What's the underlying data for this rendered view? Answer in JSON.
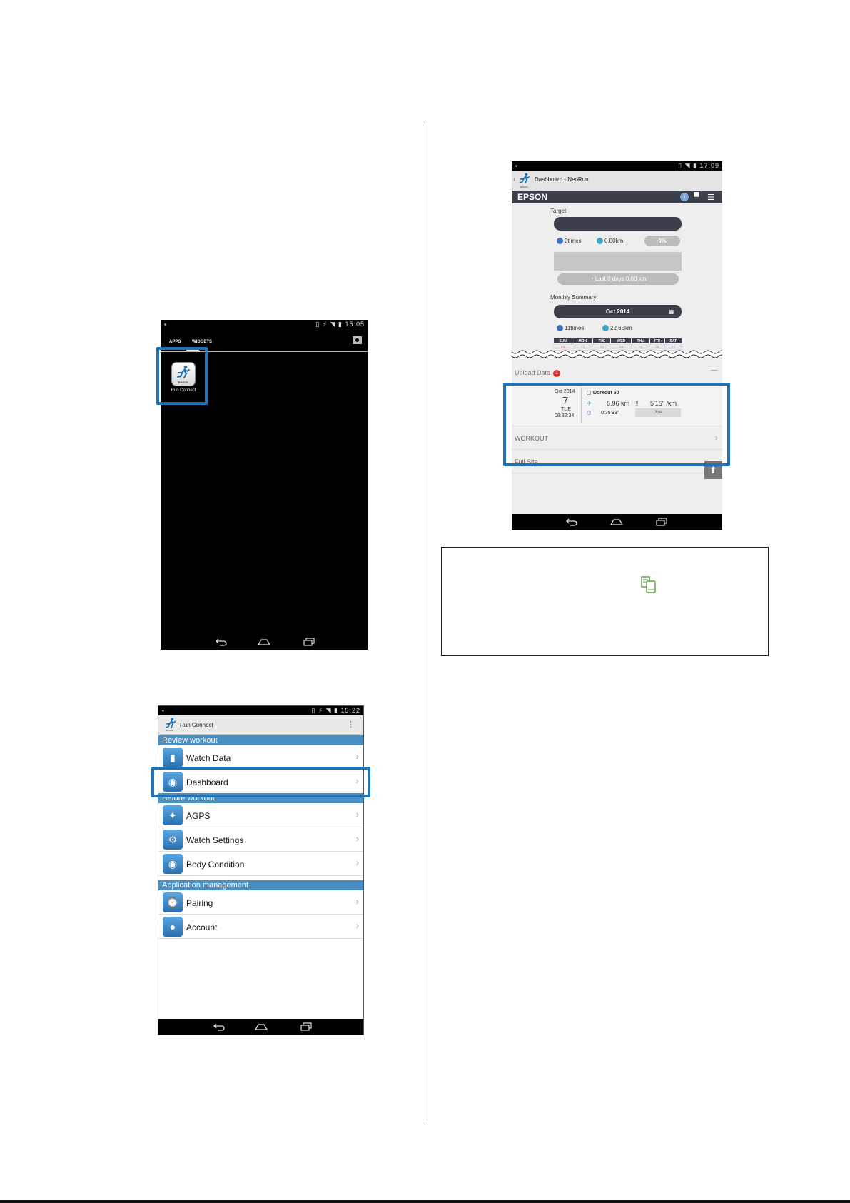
{
  "home_screen": {
    "status_time": "15:05",
    "tab_apps": "APPS",
    "tab_widgets": "WIDGETS",
    "app_brand": "EPSON",
    "app_label": "Run Connect"
  },
  "menu_screen": {
    "status_time": "15:22",
    "title": "Run Connect",
    "app_brand": "EPSON",
    "sections": [
      {
        "title": "Review workout",
        "items": [
          "Watch Data",
          "Dashboard"
        ]
      },
      {
        "title": "Before workout",
        "items": [
          "AGPS",
          "Watch Settings",
          "Body Condition"
        ]
      },
      {
        "title": "Application management",
        "items": [
          "Pairing",
          "Account"
        ]
      }
    ]
  },
  "dashboard_screen": {
    "status_time": "17:09",
    "title": "Dashboard - NeoRun",
    "app_brand": "EPSON",
    "brand": "EPSON",
    "target_label": "Target",
    "target_times": "0times",
    "target_km": "0.00km",
    "target_percent": "0%",
    "target_remaining": "Last 0 days 0.00 km",
    "monthly_label": "Monthly Summary",
    "month": "Oct 2014",
    "monthly_times": "11times",
    "monthly_km": "22.65km",
    "calendar_days": [
      "SUN",
      "MON",
      "TUE",
      "WED",
      "THU",
      "FRI",
      "SAT"
    ],
    "calendar_dates": [
      "21",
      "22",
      "23",
      "24",
      "25",
      "26",
      "27"
    ],
    "upload_label": "Upload Data",
    "upload_count": "1",
    "upload_collapse": "—",
    "workout": {
      "month": "Oct 2014",
      "day": "7",
      "weekday": "TUE",
      "time": "08:32:34",
      "name": "workout 60",
      "distance": "6.96 km",
      "pace": "5'15\" /km",
      "duration": "0:36'33\""
    },
    "workout_label": "WORKOUT",
    "fullsite_label": "Full Site"
  },
  "colors": {
    "highlight": "#1e73b8",
    "section_bar": "#4a8fc2",
    "dark_bar": "#3b3f4a",
    "badge_red": "#d9302c"
  }
}
